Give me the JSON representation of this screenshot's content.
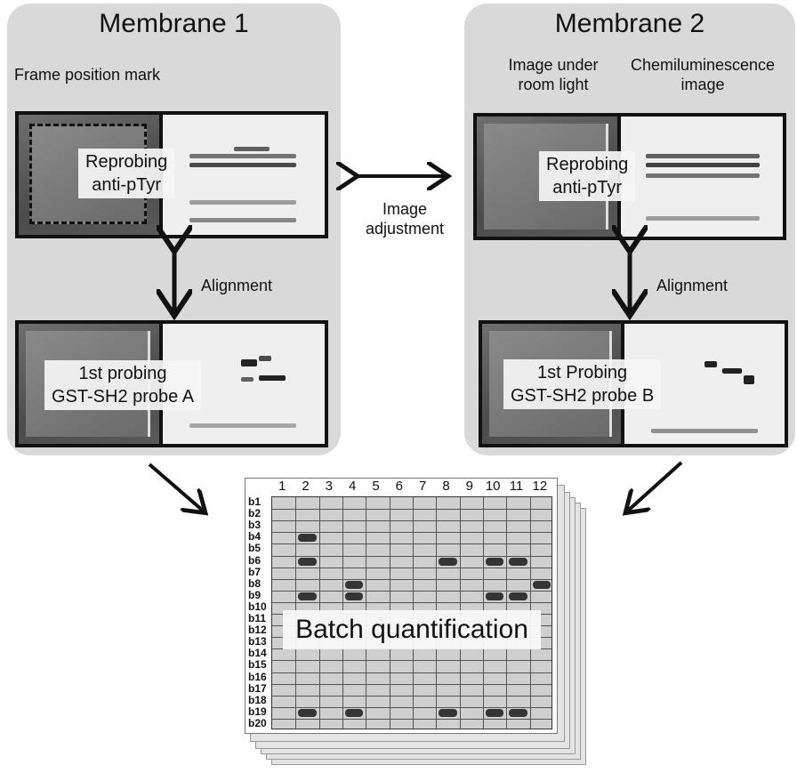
{
  "membrane1": {
    "title": "Membrane 1",
    "frame_mark": "Frame position mark",
    "top_label_line1": "Reprobing",
    "top_label_line2": "anti-pTyr",
    "alignment": "Alignment",
    "bottom_label_line1": "1st probing",
    "bottom_label_line2": "GST-SH2 probe A"
  },
  "membrane2": {
    "title": "Membrane 2",
    "room_light_line1": "Image under",
    "room_light_line2": "room light",
    "chemi_line1": "Chemiluminescence",
    "chemi_line2": "image",
    "top_label_line1": "Reprobing",
    "top_label_line2": "anti-pTyr",
    "alignment": "Alignment",
    "bottom_label_line1": "1st Probing",
    "bottom_label_line2": "GST-SH2 probe B"
  },
  "middle": {
    "adjust_line1": "Image",
    "adjust_line2": "adjustment"
  },
  "grid": {
    "columns": [
      "1",
      "2",
      "3",
      "4",
      "5",
      "6",
      "7",
      "8",
      "9",
      "10",
      "11",
      "12"
    ],
    "rows": [
      "b1",
      "b2",
      "b3",
      "b4",
      "b5",
      "b6",
      "b7",
      "b8",
      "b9",
      "b10",
      "b11",
      "b12",
      "b13",
      "b14",
      "b15",
      "b16",
      "b17",
      "b18",
      "b19",
      "b20"
    ],
    "batch_label": "Batch quantification"
  }
}
